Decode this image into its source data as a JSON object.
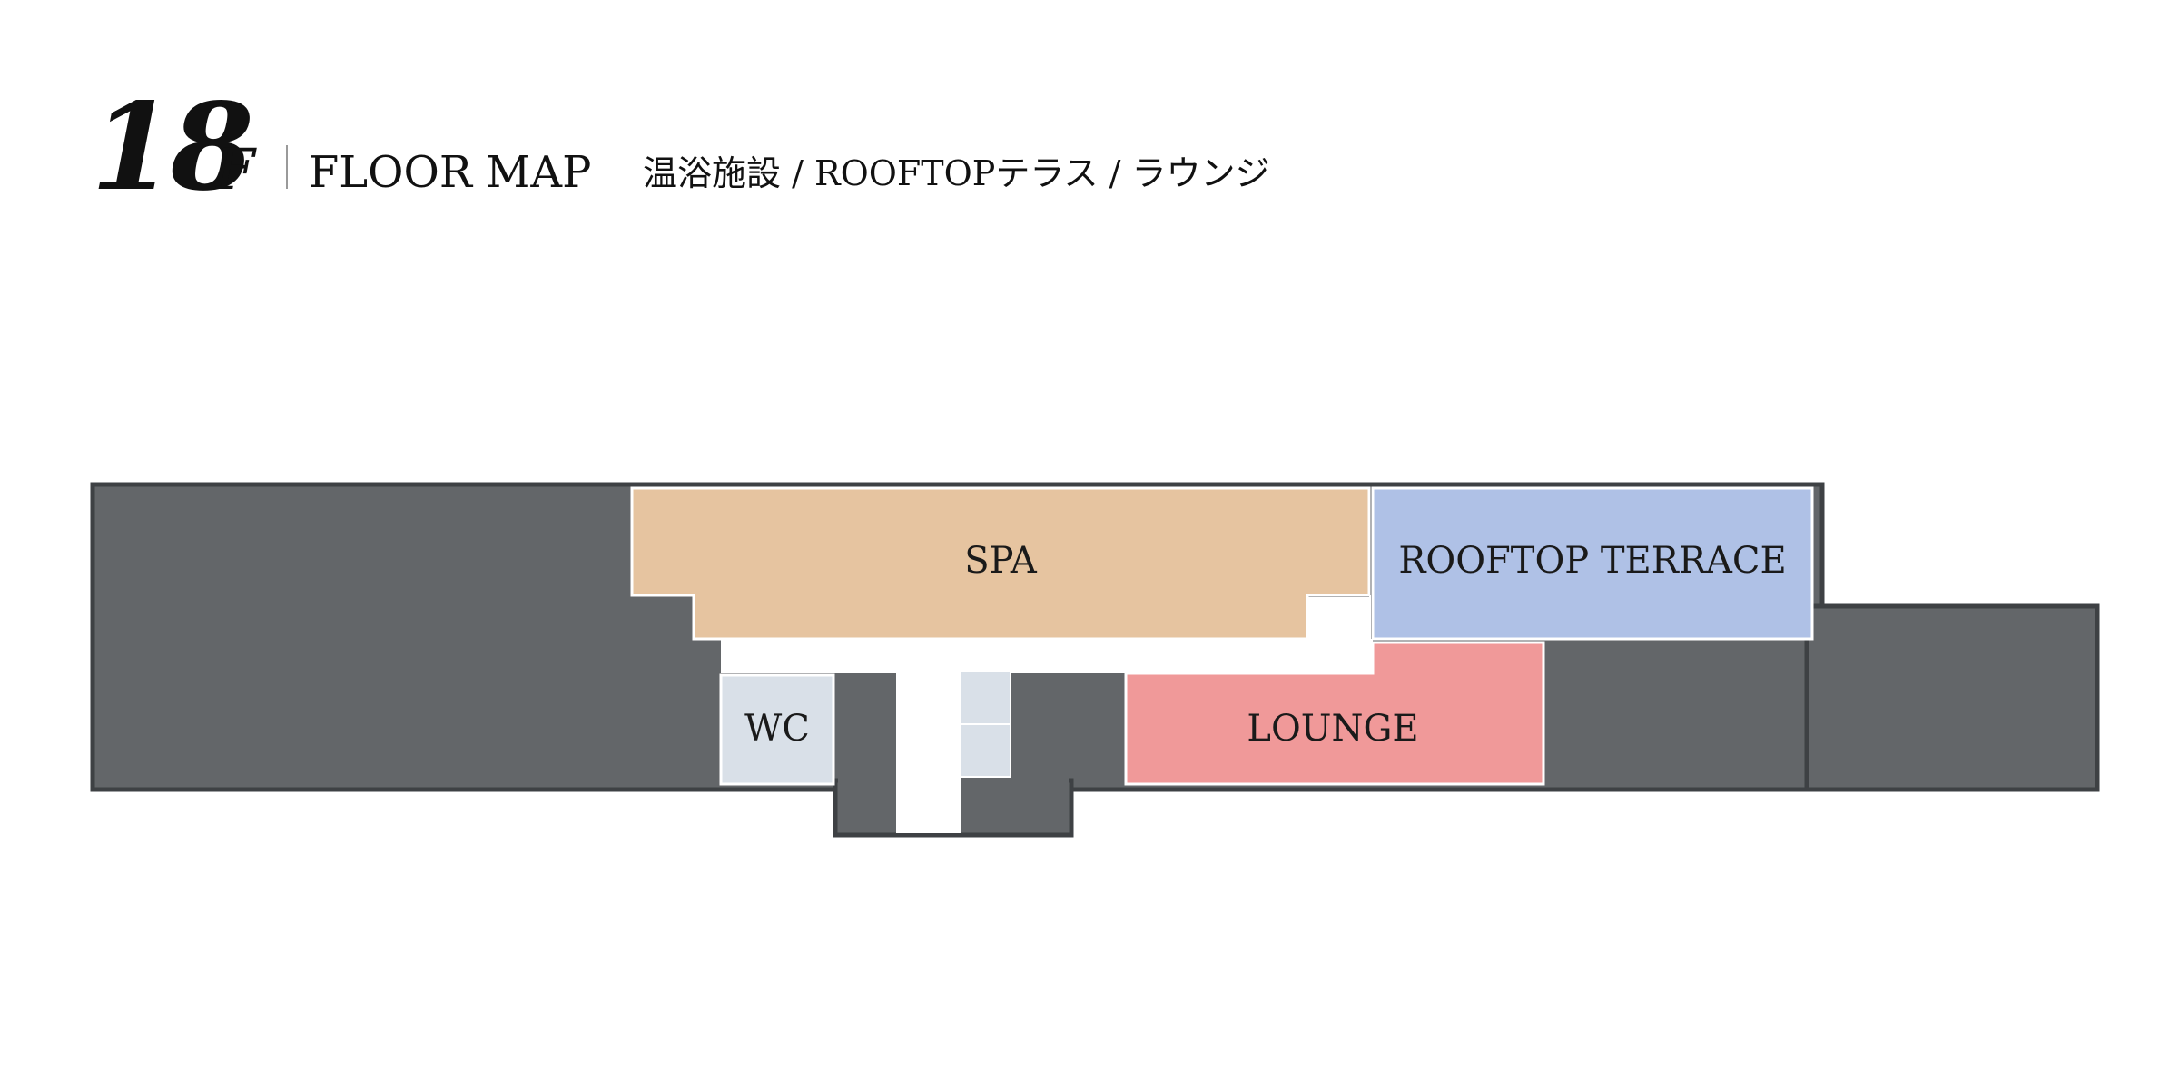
{
  "header": {
    "floor_number": "18",
    "floor_unit": "F",
    "title": "FLOOR MAP",
    "subtitle": "温浴施設 / ROOFTOPテラス / ラウンジ"
  },
  "rooms": {
    "spa": {
      "label": "SPA",
      "color": "#e6c4a0"
    },
    "rooftop_terrace": {
      "label": "ROOFTOP TERRACE",
      "color": "#afc1e6"
    },
    "lounge": {
      "label": "LOUNGE",
      "color": "#f09999"
    },
    "wc": {
      "label": "WC",
      "color": "#d9e0e8"
    }
  },
  "colors": {
    "building": "#636669",
    "outline": "#3e4144",
    "corridor": "#ffffff",
    "facility": "#d9e0e8"
  }
}
